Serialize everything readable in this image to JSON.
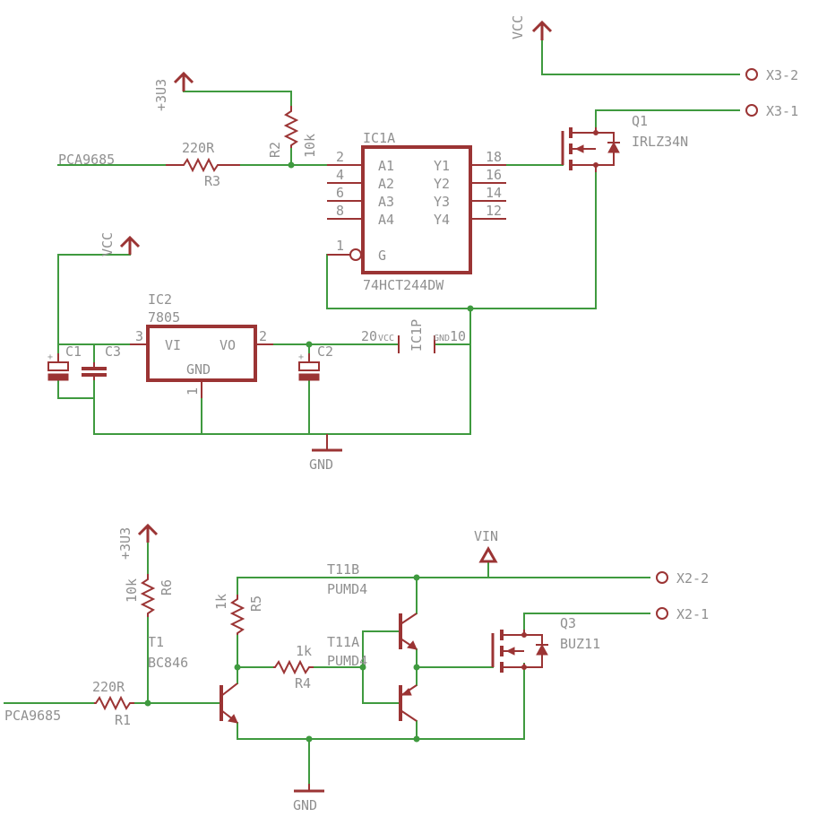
{
  "labels": {
    "vcc_top": "VCC",
    "x3_2": "X3-2",
    "x3_1": "X3-1",
    "p3v3_top": "+3U3",
    "r2_name": "R2",
    "r2_val": "10k",
    "ic1a_name": "IC1A",
    "ic1a_part": "74HCT244DW",
    "q1_name": "Q1",
    "q1_part": "IRLZ34N",
    "pca_top": "PCA9685",
    "r3_val": "220R",
    "r3_name": "R3",
    "vcc_left": "VCC",
    "ic2_name": "IC2",
    "ic2_part": "7805",
    "ic1p_name": "IC1P",
    "c1": "C1",
    "c3": "C3",
    "c2": "C2",
    "gnd_top": "GND",
    "p3v3_bot": "+3U3",
    "vin": "VIN",
    "x2_2": "X2-2",
    "x2_1": "X2-1",
    "r6_val": "10k",
    "r6_name": "R6",
    "r5_val": "1k",
    "r5_name": "R5",
    "t11b_name": "T11B",
    "t11b_part": "PUMD4",
    "t11a_name": "T11A",
    "t11a_part": "PUMD4",
    "q3_name": "Q3",
    "q3_part": "BUZ11",
    "t1_name": "T1",
    "t1_part": "BC846",
    "r4_val": "1k",
    "r4_name": "R4",
    "r1_val": "220R",
    "r1_name": "R1",
    "pca_bot": "PCA9685",
    "gnd_bot": "GND"
  },
  "pins": {
    "ic1_a1": "A1",
    "ic1_a2": "A2",
    "ic1_a3": "A3",
    "ic1_a4": "A4",
    "ic1_y1": "Y1",
    "ic1_y2": "Y2",
    "ic1_y3": "Y3",
    "ic1_y4": "Y4",
    "ic1_g": "G",
    "n2": "2",
    "n4": "4",
    "n6": "6",
    "n8": "8",
    "n1": "1",
    "n18": "18",
    "n16": "16",
    "n14": "14",
    "n12": "12",
    "ic2_vi": "VI",
    "ic2_vo": "VO",
    "ic2_gnd": "GND",
    "ic2_n3": "3",
    "ic2_n2": "2",
    "ic2_n1": "1",
    "ic1p_n20": "20",
    "ic1p_vcc": "VCC",
    "ic1p_gnd": "GND",
    "ic1p_n10": "10",
    "plus_c1": "+",
    "plus_c2": "+"
  },
  "colors": {
    "wire": "#3f9a3f",
    "part": "#9b3434",
    "text": "#909090"
  }
}
